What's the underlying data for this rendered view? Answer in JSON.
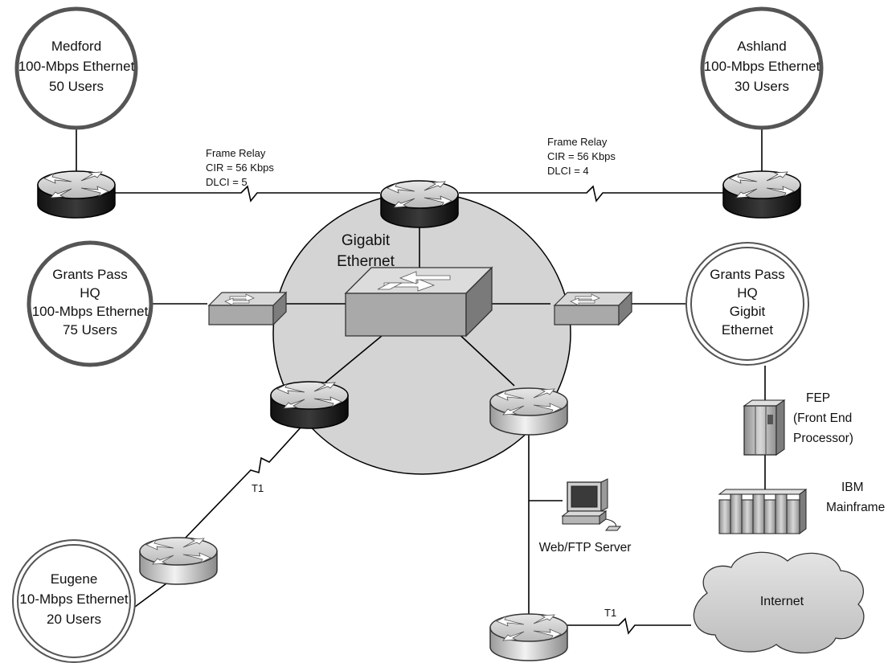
{
  "sites": {
    "medford": {
      "lines": [
        "Medford",
        "100-Mbps Ethernet",
        "50 Users"
      ]
    },
    "ashland": {
      "lines": [
        "Ashland",
        "100-Mbps Ethernet",
        "30 Users"
      ]
    },
    "grants_pass_left": {
      "lines": [
        "Grants Pass",
        "HQ",
        "100-Mbps Ethernet",
        "75 Users"
      ]
    },
    "grants_pass_right": {
      "lines": [
        "Grants Pass",
        "HQ",
        "Gigbit",
        "Ethernet"
      ]
    },
    "eugene": {
      "lines": [
        "Eugene",
        "10-Mbps Ethernet",
        "20 Users"
      ]
    }
  },
  "core": {
    "lines": [
      "Gigabit",
      "Ethernet"
    ]
  },
  "links": {
    "medford_fr": [
      "Frame Relay",
      "CIR = 56 Kbps",
      "DLCI = 5"
    ],
    "ashland_fr": [
      "Frame Relay",
      "CIR = 56 Kbps",
      "DLCI = 4"
    ],
    "eugene_t1": "T1",
    "internet_t1": "T1"
  },
  "devices": {
    "fep": [
      "FEP",
      "(Front End",
      "Processor)"
    ],
    "mainframe": [
      "IBM",
      "Mainframe"
    ],
    "web_server": "Web/FTP Server"
  },
  "cloud": {
    "label": "Internet"
  }
}
